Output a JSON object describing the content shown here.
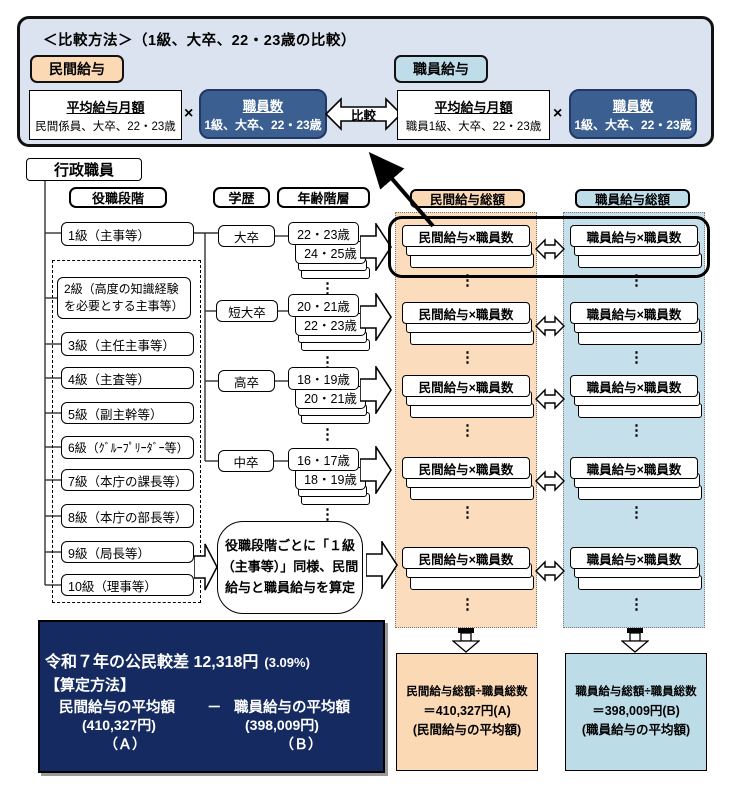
{
  "method_box": {
    "title": "＜比較方法＞（1級、大卒、22・23歳の比較）",
    "private_tag": "民間給与",
    "employee_tag": "職員給与",
    "compare": "比較",
    "times": "×",
    "private_avg_title": "平均給与月額",
    "private_avg_sub": "民間係員、大卒、22・23歳",
    "count_title": "職員数",
    "count_sub": "1級、大卒、22・23歳",
    "employee_avg_title": "平均給与月額",
    "employee_avg_sub": "職員1級、大卒、22・23歳"
  },
  "org_root": "行政職員",
  "headers": {
    "rank": "役職段階",
    "education": "学歴",
    "age": "年齢階層",
    "private_total": "民間給与総額",
    "employee_total": "職員給与総額"
  },
  "ranks": [
    "1級（主事等）",
    "2級（高度の知識経験を必要とする主事等）",
    "3級（主任主事等）",
    "4級（主査等）",
    "5級（副主幹等）",
    "6級（ｸﾞﾙｰﾌﾟﾘｰﾀﾞｰ等）",
    "7級（本庁の課長等）",
    "8級（本庁の部長等）",
    "9級（局長等）",
    "10級（理事等）"
  ],
  "education_rows": [
    {
      "school": "大卒",
      "age1": "22・23歳",
      "age2": "24・25歳"
    },
    {
      "school": "短大卒",
      "age1": "20・21歳",
      "age2": "22・23歳"
    },
    {
      "school": "高卒",
      "age1": "18・19歳",
      "age2": "20・21歳"
    },
    {
      "school": "中卒",
      "age1": "16・17歳",
      "age2": "18・19歳"
    }
  ],
  "bubble": {
    "line1": "役職段階ごとに「１級",
    "line2": "（主事等）」同様、民間",
    "line3": "給与と職員給与を算定"
  },
  "pairs": {
    "private_label": "民間給与×職員数",
    "employee_label": "職員給与×職員数"
  },
  "ellipsis": "⋮",
  "summary": {
    "title_main": "令和７年の公民較差 12,318円",
    "title_pct": "(3.09%)",
    "method_label": "【算定方法】",
    "left_term": "民間給与の平均額",
    "minus": "－",
    "right_term": "職員給与の平均額",
    "left_value": "(410,327円)",
    "right_value": "(398,009円)",
    "left_mark": "（Ａ）",
    "right_mark": "（Ｂ）"
  },
  "private_result": {
    "line1": "民間給与総額÷職員総数",
    "line2": "＝410,327円(A)",
    "line3": "(民間給与の平均額)"
  },
  "employee_result": {
    "line1": "職員給与総額÷職員総数",
    "line2": "＝398,009円(B)",
    "line3": "(職員給与の平均額)"
  },
  "colors": {
    "panel_blue": "#dbe3f0",
    "orange": "#fbd9b5",
    "light_blue": "#bedde9",
    "column_orange": "#fbdcbd",
    "column_blue": "#c5e0ea",
    "dark_blue": "#3a5f90",
    "navy": "#142a61"
  }
}
